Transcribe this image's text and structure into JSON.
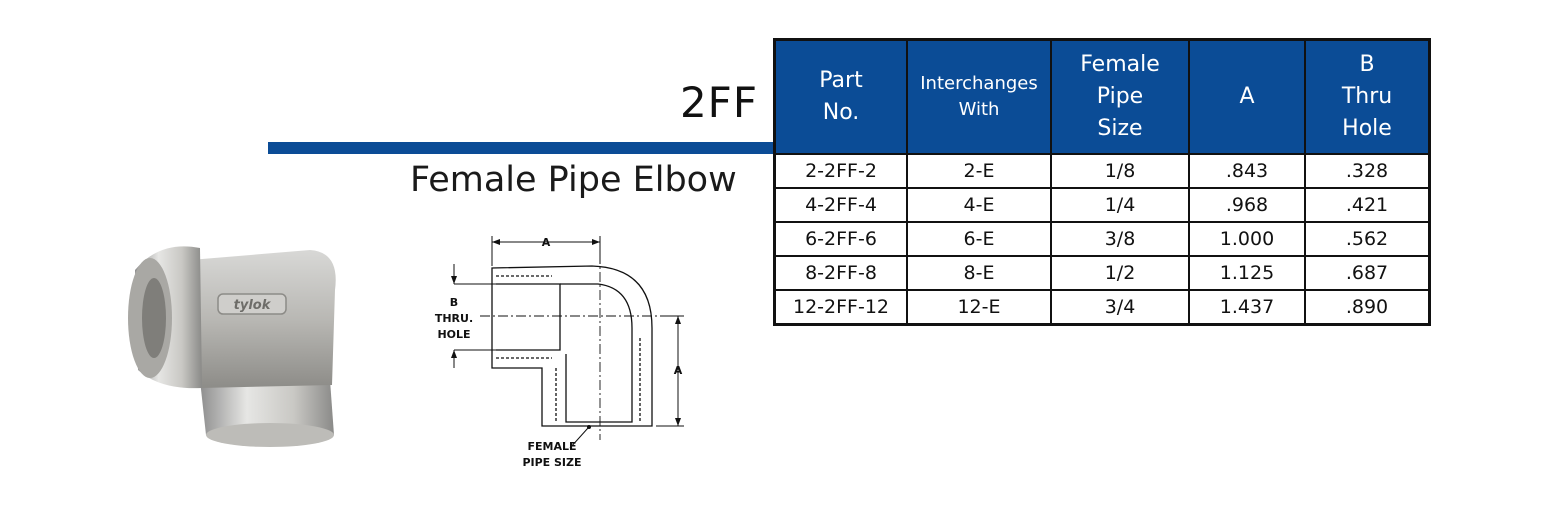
{
  "product": {
    "code": "2FF",
    "name": "Female Pipe Elbow"
  },
  "logo_text": "tylok",
  "diagram": {
    "dim_a_top": "A",
    "dim_a_side": "A",
    "b_label_1": "B",
    "b_label_2": "THRU.",
    "b_label_3": "HOLE",
    "pipe_label_1": "FEMALE",
    "pipe_label_2": "PIPE SIZE"
  },
  "table": {
    "headers": [
      [
        "Part",
        "No."
      ],
      [
        "Interchanges",
        "With"
      ],
      [
        "Female",
        "Pipe",
        "Size"
      ],
      [
        "A"
      ],
      [
        "B",
        "Thru",
        "Hole"
      ]
    ],
    "rows": [
      [
        "2-2FF-2",
        "2-E",
        "1/8",
        ".843",
        ".328"
      ],
      [
        "4-2FF-4",
        "4-E",
        "1/4",
        ".968",
        ".421"
      ],
      [
        "6-2FF-6",
        "6-E",
        "3/8",
        "1.000",
        ".562"
      ],
      [
        "8-2FF-8",
        "8-E",
        "1/2",
        "1.125",
        ".687"
      ],
      [
        "12-2FF-12",
        "12-E",
        "3/4",
        "1.437",
        ".890"
      ]
    ]
  },
  "colors": {
    "header_blue": "#0b4c96",
    "rule_blue": "#0b4c96"
  }
}
